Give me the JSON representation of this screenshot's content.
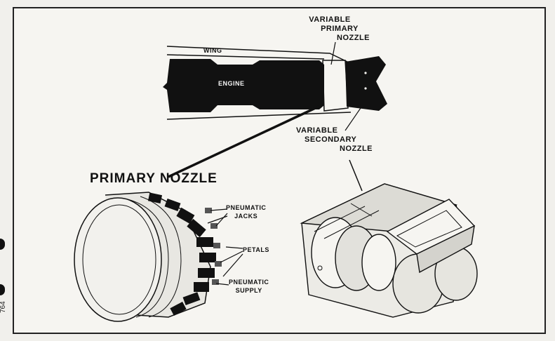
{
  "diagram": {
    "labels": {
      "variable_primary_nozzle": [
        "VARIABLE",
        "PRIMARY",
        "NOZZLE"
      ],
      "wing": "WING",
      "engine": "ENGINE",
      "variable_secondary_nozzle": [
        "VARIABLE",
        "SECONDARY",
        "NOZZLE"
      ],
      "primary_nozzle_title": "PRIMARY NOZZLE",
      "pneumatic_jacks": [
        "PNEUMATIC",
        "JACKS"
      ],
      "petals": "PETALS",
      "pneumatic_supply": [
        "PNEUMATIC",
        "SUPPLY"
      ]
    },
    "page_number": "764"
  }
}
